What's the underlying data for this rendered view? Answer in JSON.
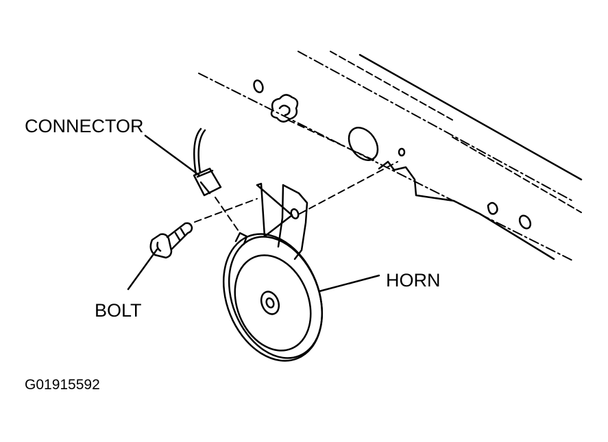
{
  "labels": {
    "connector": "CONNECTOR",
    "bolt": "BOLT",
    "horn": "HORN",
    "figure_id": "G01915592"
  },
  "colors": {
    "line": "#000000",
    "background": "#ffffff"
  }
}
